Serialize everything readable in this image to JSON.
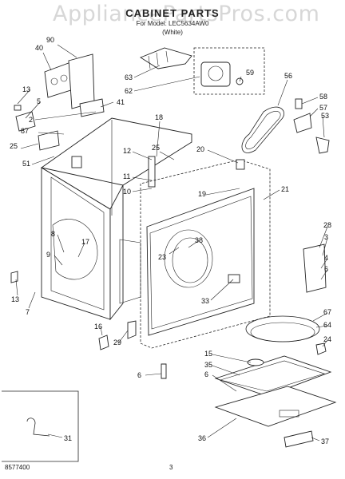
{
  "watermark": "AppliancePartsPros.com",
  "header": {
    "title": "CABINET PARTS",
    "subtitle": "For Model: LEC5634AW0",
    "variant": "(White)"
  },
  "callouts": [
    "90",
    "40",
    "13",
    "5",
    "2",
    "87",
    "25",
    "51",
    "41",
    "63",
    "62",
    "59",
    "56",
    "58",
    "57",
    "53",
    "18",
    "12",
    "25",
    "11",
    "10",
    "20",
    "19",
    "21",
    "8",
    "17",
    "9",
    "13",
    "7",
    "38",
    "23",
    "33",
    "28",
    "3",
    "4",
    "6",
    "67",
    "64",
    "16",
    "29",
    "6",
    "15",
    "35",
    "6",
    "24",
    "31",
    "36",
    "37"
  ],
  "footer": {
    "doc_number": "8577400",
    "page": "3"
  }
}
